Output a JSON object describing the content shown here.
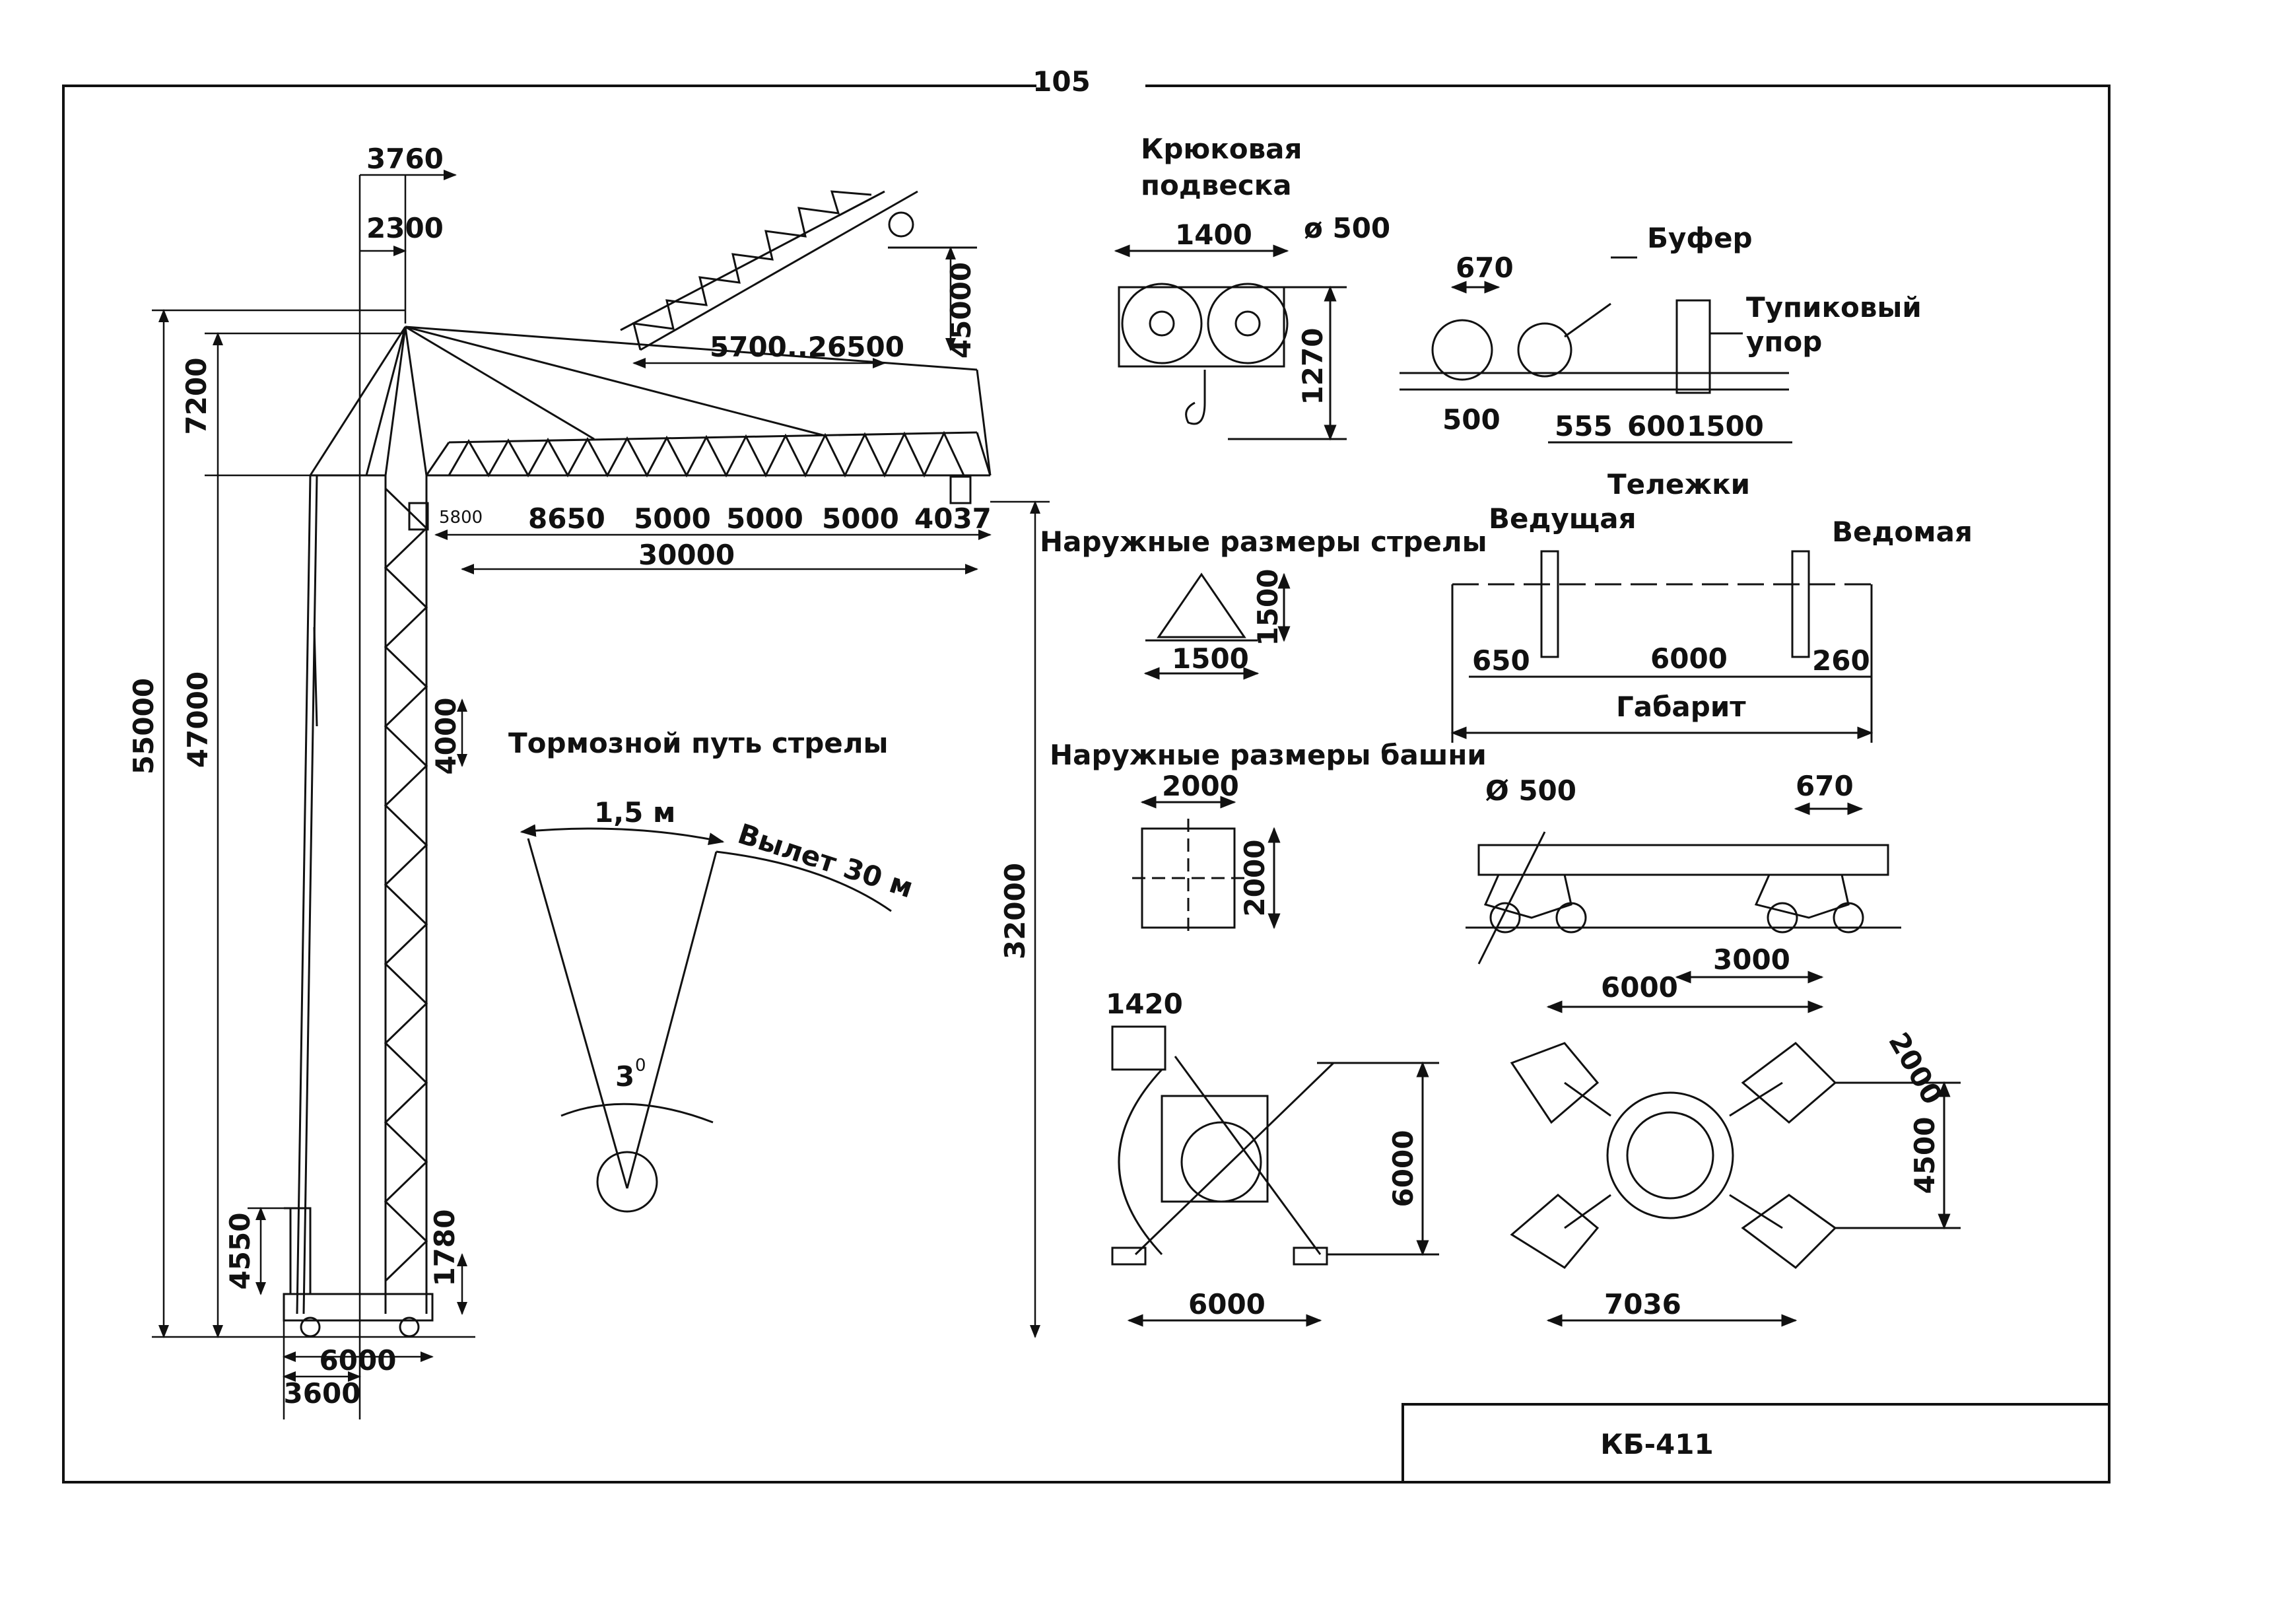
{
  "page_number": "105",
  "stamp_code": "КБ-411",
  "crane": {
    "dims": {
      "d3760": "3760",
      "d2300": "2300",
      "d7200": "7200",
      "d55000": "55000",
      "d47000": "47000",
      "d4000": "4000",
      "d4550": "4550",
      "d1780": "1780",
      "d6000": "6000",
      "d3600": "3600",
      "d32000": "32000",
      "d5800": "5800",
      "d30000": "30000",
      "d45000": "45000",
      "reach": "5700..26500",
      "jib_segments": [
        "8650",
        "5000",
        "5000",
        "5000",
        "4037"
      ]
    }
  },
  "brake": {
    "title": "Тормозной путь стрелы",
    "distance": "1,5 м",
    "radius": "Вылет 30 м",
    "angle": "3",
    "angle_unit": "0"
  },
  "hook": {
    "title_line1": "Крюковая",
    "title_line2": "подвеска",
    "width": "1400",
    "diameter": "ø 500",
    "height": "1270"
  },
  "buffer": {
    "label": "Буфер",
    "stop_line1": "Тупиковый",
    "stop_line2": "упор",
    "d670": "670",
    "d500": "500",
    "d555": "555",
    "d600": "600",
    "d1500": "1500"
  },
  "bogies": {
    "title": "Тележки",
    "driving": "Ведущая",
    "driven": "Ведомая",
    "d650": "650",
    "d6000": "6000",
    "d260": "260",
    "overall": "Габарит"
  },
  "jib_section": {
    "title": "Наружные размеры стрелы",
    "height": "1500",
    "width": "1500"
  },
  "tower_section": {
    "title": "Наружные размеры башни",
    "width": "2000",
    "height": "2000"
  },
  "undercarriage": {
    "diameter": "Ø 500",
    "d670": "670",
    "d6000": "6000",
    "d3000": "3000"
  },
  "slewing": {
    "d1420": "1420",
    "height": "6000",
    "width": "6000"
  },
  "outriggers": {
    "d2000": "2000",
    "height": "4500",
    "width": "7036"
  }
}
